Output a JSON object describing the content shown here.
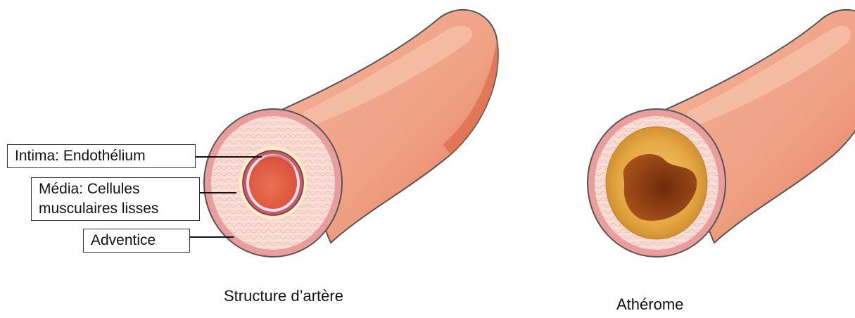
{
  "labels": {
    "intima": "Intima: Endothélium",
    "media_line1": "Média: Cellules",
    "media_line2": "musculaires lisses",
    "adventice": "Adventice"
  },
  "captions": {
    "left": "Structure d’artère",
    "right": "Athérome"
  },
  "colors": {
    "artery_outer": "#f0a286",
    "artery_dark": "#e0704f",
    "artery_highlight": "#f9d3c2",
    "adventice_ring": "#e99e9d",
    "media_ring": "#f8d8d2",
    "intima_ring": "#b14a63",
    "lumen": "#e0654a",
    "lumen_dark": "#c73b2e",
    "plaque_yellow": "#e9b24b",
    "plaque_dark": "#8a3b12"
  }
}
